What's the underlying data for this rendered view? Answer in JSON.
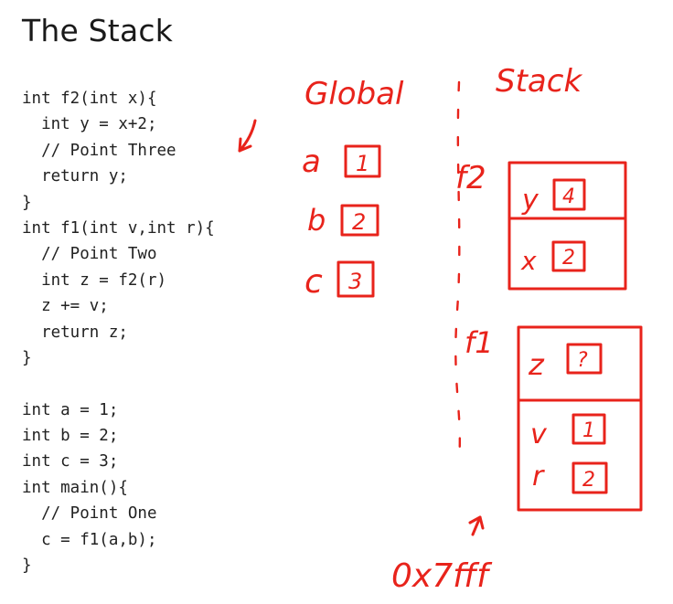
{
  "title": "The Stack",
  "code": [
    "int f2(int x){",
    "  int y = x+2;",
    "  // Point Three",
    "  return y;",
    "}",
    "int f1(int v,int r){",
    "  // Point Two",
    "  int z = f2(r)",
    "  z += v;",
    "  return z;",
    "}",
    "",
    "int a = 1;",
    "int b = 2;",
    "int c = 3;",
    "int main(){",
    "  // Point One",
    "  c = f1(a,b);",
    "}"
  ],
  "annotations": {
    "global_heading": "Global",
    "stack_heading": "Stack",
    "globals": [
      {
        "name": "a",
        "value": "1"
      },
      {
        "name": "b",
        "value": "2"
      },
      {
        "name": "c",
        "value": "3"
      }
    ],
    "frames": [
      {
        "label": "f2",
        "vars": [
          {
            "name": "y",
            "value": "4"
          },
          {
            "name": "x",
            "value": "2"
          }
        ]
      },
      {
        "label": "f1",
        "vars": [
          {
            "name": "z",
            "value": "?"
          },
          {
            "name": "v",
            "value": "1"
          },
          {
            "name": "r",
            "value": "2"
          }
        ]
      }
    ],
    "stack_base_address": "0x7fff",
    "ink_color": "#e8231b"
  }
}
